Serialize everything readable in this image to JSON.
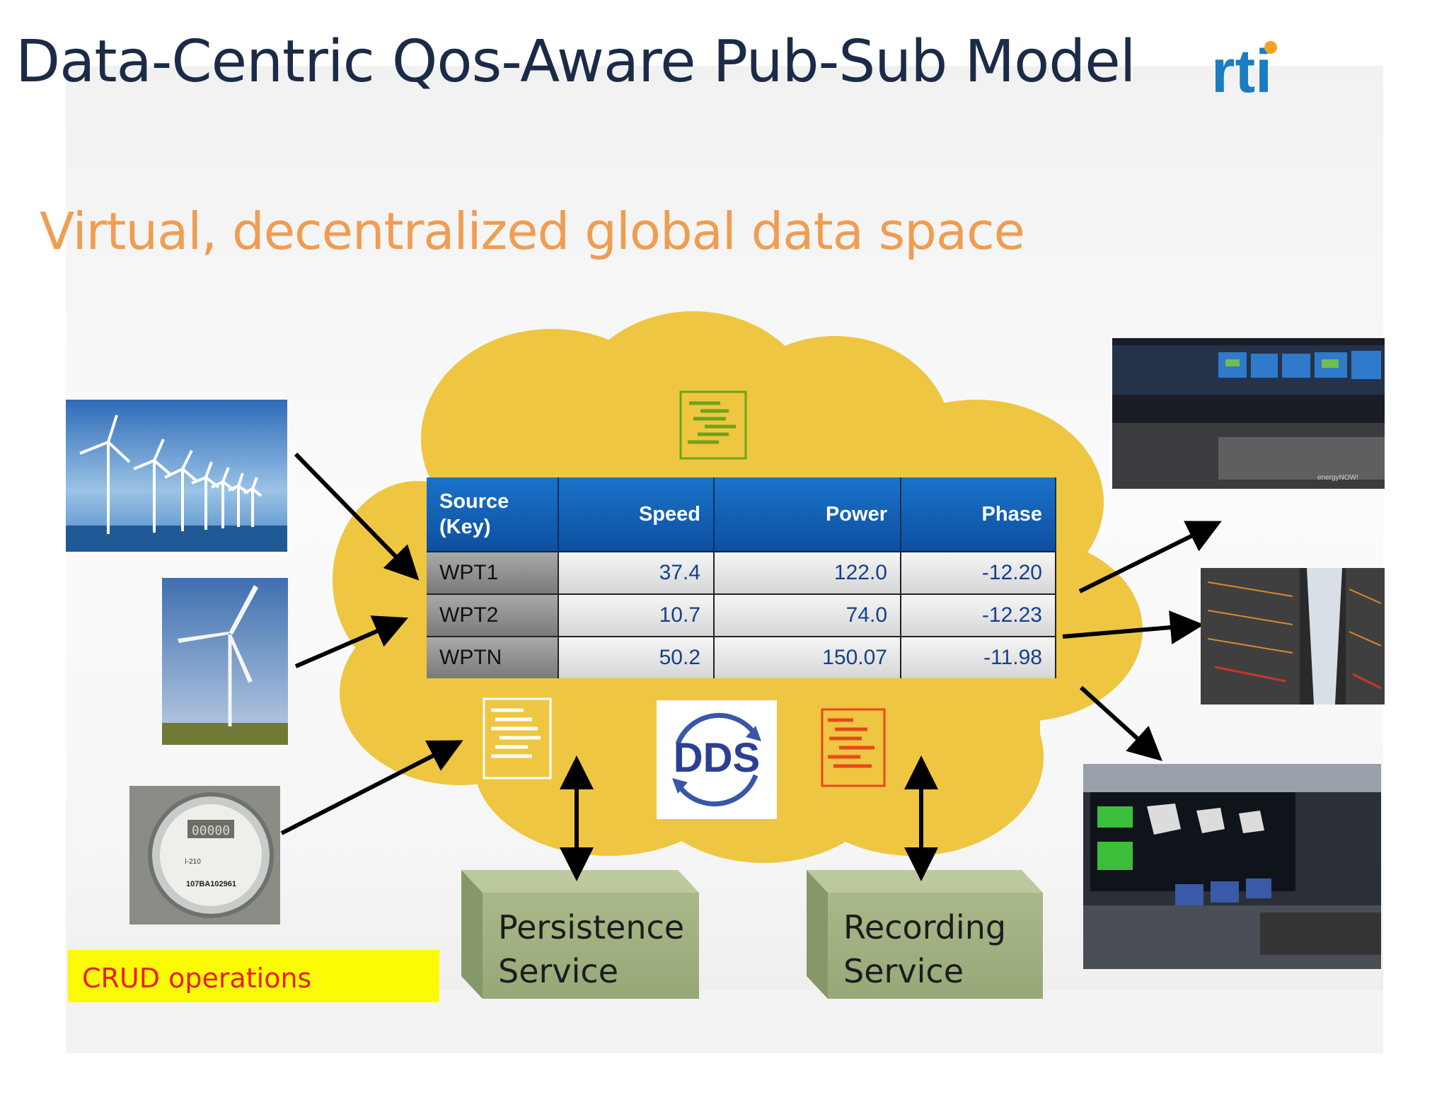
{
  "slide": {
    "title": "Data-Centric Qos-Aware Pub-Sub Model",
    "subtitle": "Virtual, decentralized global data space",
    "logo_text": "rti",
    "logo_color": "#1a7cc1",
    "logo_dot_color": "#f5a124"
  },
  "table": {
    "headers": [
      "Source (Key)",
      "Speed",
      "Power",
      "Phase"
    ],
    "header_line1": "Source",
    "header_line2": "(Key)",
    "rows": [
      {
        "key": "WPT1",
        "speed": "37.4",
        "power": "122.0",
        "phase": "-12.20"
      },
      {
        "key": "WPT2",
        "speed": "10.7",
        "power": "74.0",
        "phase": "-12.23"
      },
      {
        "key": "WPTN",
        "speed": "50.2",
        "power": "150.07",
        "phase": "-11.98"
      }
    ]
  },
  "dds_logo": {
    "text": "DDS"
  },
  "services": {
    "persistence": {
      "line1": "Persistence",
      "line2": "Service"
    },
    "recording": {
      "line1": "Recording",
      "line2": "Service"
    }
  },
  "crud_label": "CRUD operations",
  "photos": {
    "meter_text": "107BA102961",
    "meter_model": "I-210",
    "control_room_watermark": "energyNOW!"
  },
  "colors": {
    "cloud": "#efc642",
    "title": "#1b2b47",
    "subtitle": "#ef9d52",
    "table_header": "#0e4fa0",
    "service_box": "#a4b383",
    "crud_bg": "#fbfb06",
    "crud_text": "#e8201f"
  }
}
